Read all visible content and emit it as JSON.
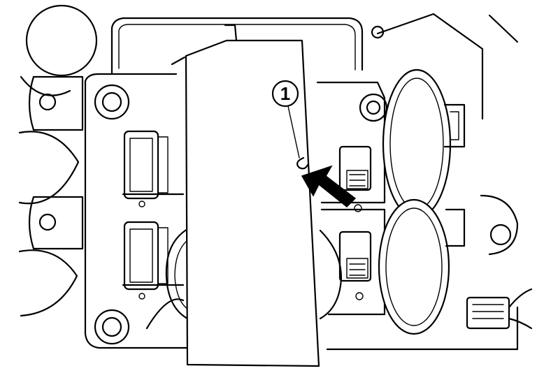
{
  "callouts": [
    {
      "label": "1",
      "part": "snap-ring-clip"
    }
  ],
  "arrow": {
    "direction": "up-left",
    "color": "#000000"
  },
  "colors": {
    "line": "#000000",
    "background": "#ffffff"
  }
}
